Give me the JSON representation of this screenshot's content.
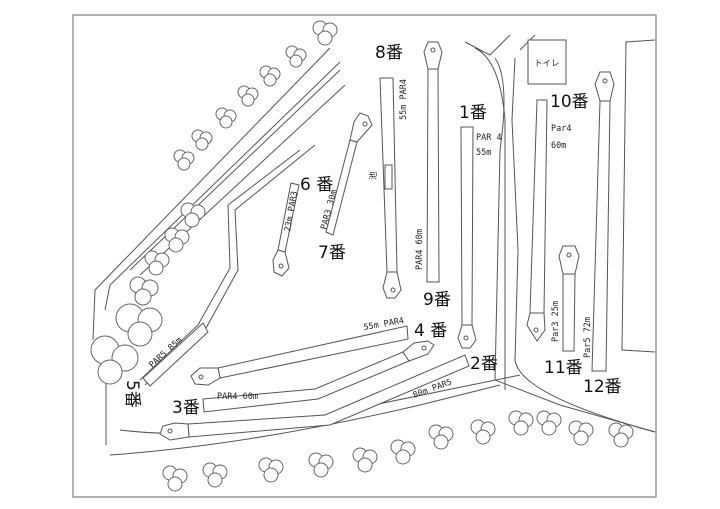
{
  "map": {
    "toilet_label": "トイレ",
    "pond_label": "池",
    "holes": [
      {
        "number": "1番",
        "par": "PAR 4",
        "distance": "55m"
      },
      {
        "number": "2番",
        "info": "80m PAR5"
      },
      {
        "number": "3番",
        "info": "PAR4  60m"
      },
      {
        "number": "4 番",
        "info": "55m  PAR4"
      },
      {
        "number": "5番",
        "info": "PAR5  85m"
      },
      {
        "number": "6 番",
        "info": "23m  PAR3"
      },
      {
        "number": "7番",
        "info": "PAR3  30m"
      },
      {
        "number": "8番",
        "info": "55m PAR4"
      },
      {
        "number": "9番",
        "info": "PAR4  60m"
      },
      {
        "number": "10番",
        "par": "Par4",
        "distance": "60m"
      },
      {
        "number": "11番",
        "info": "Par3  25m"
      },
      {
        "number": "12番",
        "info": "Par5  72m"
      }
    ]
  }
}
